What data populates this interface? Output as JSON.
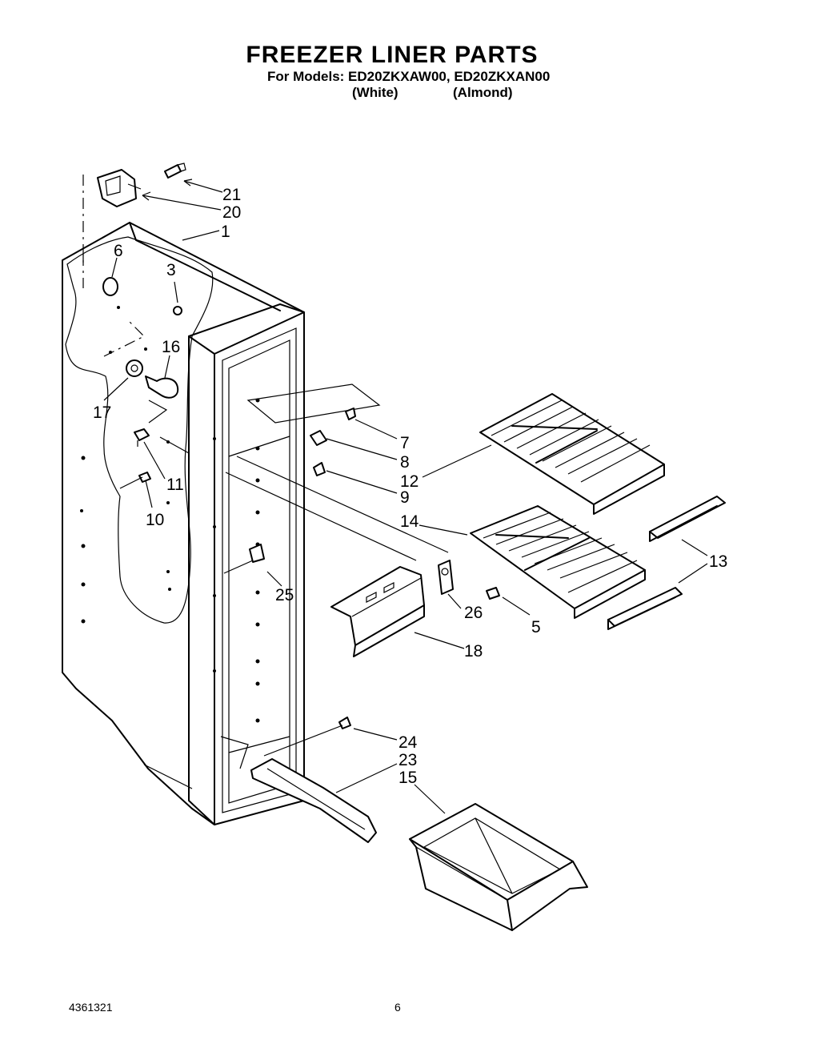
{
  "header": {
    "title": "FREEZER LINER PARTS",
    "models_line": "For Models: ED20ZKXAW00, ED20ZKXAN00",
    "variant_white": "(White)",
    "variant_almond": "(Almond)"
  },
  "callouts": {
    "c1": "1",
    "c3": "3",
    "c5": "5",
    "c6": "6",
    "c7": "7",
    "c8": "8",
    "c9": "9",
    "c10": "10",
    "c11": "11",
    "c12": "12",
    "c13": "13",
    "c14": "14",
    "c15": "15",
    "c16": "16",
    "c17": "17",
    "c18": "18",
    "c20": "20",
    "c21": "21",
    "c23": "23",
    "c24": "24",
    "c25": "25",
    "c26": "26"
  },
  "footer": {
    "doc_number": "4361321",
    "page_number": "6"
  }
}
